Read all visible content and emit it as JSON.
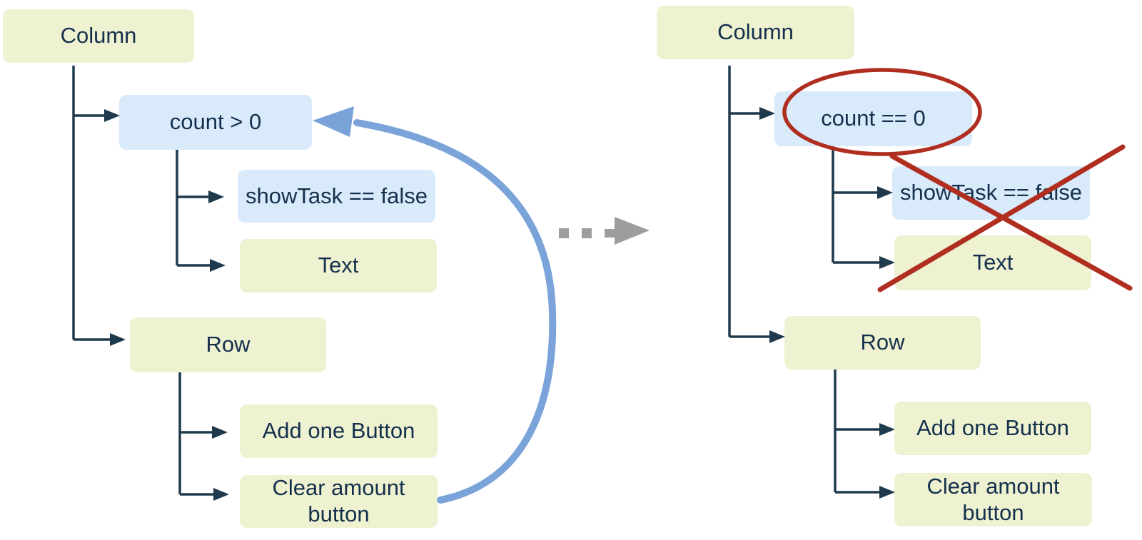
{
  "colors": {
    "widget_box": "#eef2d1",
    "condition_box": "#d9eafb",
    "node_text": "#14304c",
    "connector": "#1f3a4d",
    "rebuild_arrow": "#7aa3d9",
    "transition_arrow": "#9e9e9e",
    "annotation_red": "#b02e20"
  },
  "trees": {
    "before": {
      "nodes": [
        {
          "label": "Column",
          "type": "widget"
        },
        {
          "label": "count > 0",
          "type": "condition"
        },
        {
          "label": "showTask == false",
          "type": "condition"
        },
        {
          "label": "Text",
          "type": "widget"
        },
        {
          "label": "Row",
          "type": "widget"
        },
        {
          "label": "Add one Button",
          "type": "widget"
        },
        {
          "label": "Clear amount button",
          "type": "widget"
        }
      ]
    },
    "after": {
      "nodes": [
        {
          "label": "Column",
          "type": "widget"
        },
        {
          "label": "count == 0",
          "type": "condition"
        },
        {
          "label": "showTask == false",
          "type": "condition"
        },
        {
          "label": "Text",
          "type": "widget"
        },
        {
          "label": "Row",
          "type": "widget"
        },
        {
          "label": "Add one Button",
          "type": "widget"
        },
        {
          "label": "Clear amount button",
          "type": "widget"
        }
      ]
    }
  },
  "annotations": {
    "rebuild_arrow": "curved-loop-arrow",
    "transition_arrow": "dotted-right-arrow",
    "highlight": "red-ellipse",
    "cross_out": "red-x"
  }
}
